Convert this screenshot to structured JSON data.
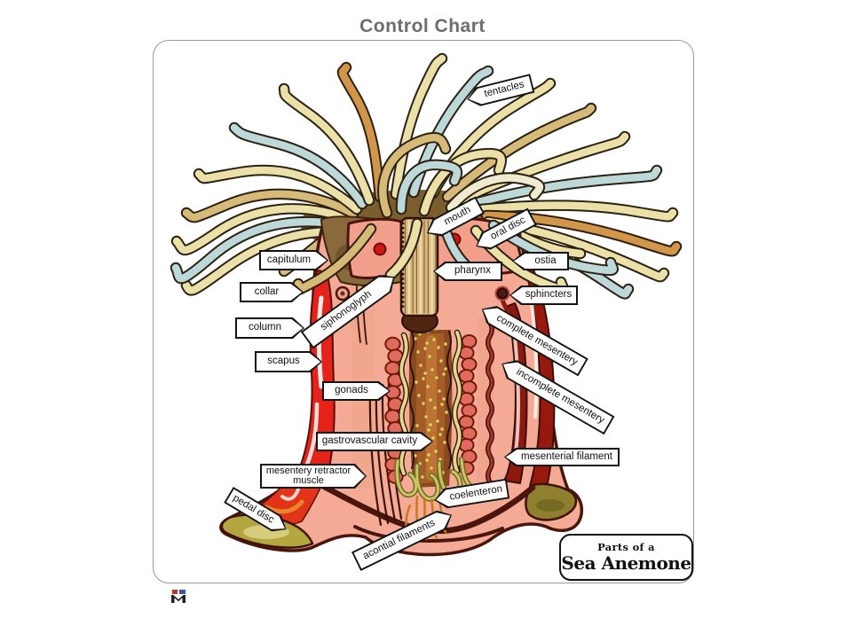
{
  "title": "Control Chart",
  "badge": {
    "line1": "Parts of a",
    "line2": "Sea Anemone"
  },
  "labels": {
    "tentacles": "tentacles",
    "mouth": "mouth",
    "oral_disc": "oral disc",
    "capitulum": "capitulum",
    "ostia": "ostia",
    "pharynx": "pharynx",
    "collar": "collar",
    "sphincters": "sphincters",
    "siphonoglyph": "siphonoglyph",
    "complete_mesentery": "complete mesentery",
    "column": "column",
    "scapus": "scapus",
    "incomplete_mesentery": "incomplete mesentery",
    "gonads": "gonads",
    "gastrovascular_cavity": "gastrovascular cavity",
    "mesenterial_filament": "mesenterial filament",
    "mesentery_retractor_line1": "mesentery retractor",
    "mesentery_retractor_line2": "muscle",
    "coelenteron": "coelenteron",
    "pedal_disc": "pedal disc",
    "acontial_filaments": "acontial filaments"
  },
  "palette": {
    "title_gray": "#6d6d6d",
    "frame_border": "#999999",
    "callout_border": "#141414",
    "outline_maroon": "#4a150d",
    "body_salmon": "#f4aa95",
    "wall_red": "#e62318",
    "wall_dark_red": "#97190d",
    "pedal_olive": "#b3a63f",
    "pharynx_tan": "#d9bc85",
    "gonad_red": "#e06a5c",
    "mesentery_yellow": "#e4d88f",
    "cavity_brown": "#8a4a20",
    "tentacle_cream": "#eae0a8",
    "tentacle_blue": "#bcd8d8",
    "tentacle_tan": "#d6bb78",
    "tentacle_orange": "#d2964a"
  }
}
